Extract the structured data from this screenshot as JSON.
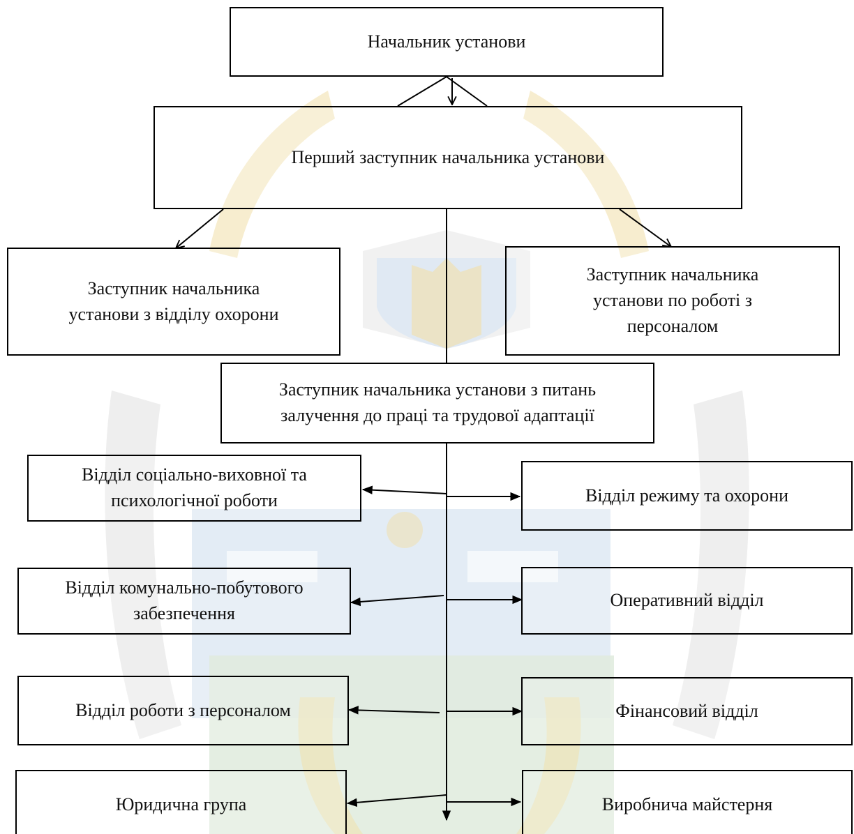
{
  "diagram": {
    "boxes": {
      "head": "Начальник установи",
      "first_deputy": "Перший заступник начальника установи",
      "deputy_security": "Заступник начальника\nустанови з відділу охорони",
      "deputy_personnel": "Заступник начальника\nустанови по роботі з\nперсоналом",
      "deputy_labor": "Заступник начальника установи з питань\nзалучення до праці та трудової адаптації",
      "dept_social": "Відділ соціально-виховної та\nпсихологічної роботи",
      "dept_regime": "Відділ режиму та охорони",
      "dept_communal": "Відділ комунально-побутового\nзабезпечення",
      "dept_operative": "Оперативний відділ",
      "dept_personnel": "Відділ роботи з персоналом",
      "dept_finance": "Фінансовий відділ",
      "legal_group": "Юридична група",
      "workshop": "Виробнича майстерня"
    }
  },
  "colors": {
    "line": "#000000",
    "watermark_gold": "#e8c560",
    "watermark_blue": "#c6d8ea",
    "watermark_green": "#c9dcc4",
    "watermark_gray": "#e0e0e0"
  }
}
